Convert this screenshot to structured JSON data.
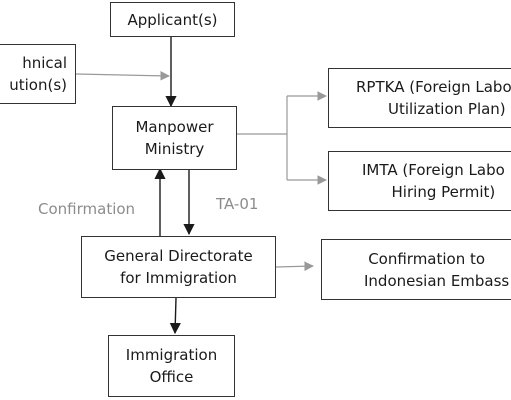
{
  "nodes": {
    "applicant": {
      "lines": [
        "Applicant(s)"
      ]
    },
    "technical": {
      "lines": [
        "hnical",
        "ution(s)"
      ]
    },
    "manpower": {
      "lines": [
        "Manpower",
        "Ministry"
      ]
    },
    "rptka": {
      "lines": [
        "RPTKA (Foreign Labo",
        "Utilization Plan)"
      ]
    },
    "imta": {
      "lines": [
        "IMTA (Foreign Labo",
        "Hiring Permit)"
      ]
    },
    "directorate": {
      "lines": [
        "General Directorate",
        "for Immigration"
      ]
    },
    "embassy": {
      "lines": [
        "Confirmation to",
        "Indonesian Embass"
      ]
    },
    "immigration_office": {
      "lines": [
        "Immigration",
        "Office"
      ]
    }
  },
  "edge_labels": {
    "confirmation": "Confirmation",
    "ta01": "TA-01"
  },
  "colors": {
    "primary_arrow": "#1a1a1a",
    "secondary_arrow": "#999999",
    "box_border": "#333333",
    "label_text": "#8c8c8c"
  }
}
